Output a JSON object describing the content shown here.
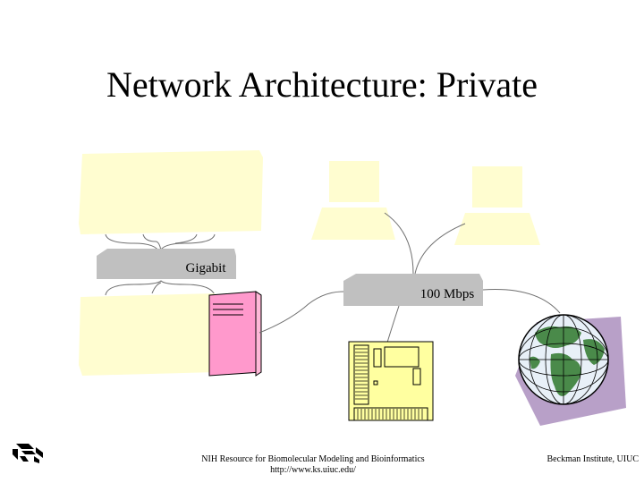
{
  "slide": {
    "title": "Network Architecture: Private"
  },
  "diagram": {
    "switches": [
      {
        "label": "Gigabit"
      },
      {
        "label": "100 Mbps"
      }
    ],
    "icons": [
      "server-rack-icon",
      "workstation-icon",
      "workstation-icon",
      "tower-server-icon",
      "file-server-icon",
      "globe-internet-icon"
    ],
    "colors": {
      "cluster_fill": "#fffdd0",
      "switch_fill": "#c0c0c0",
      "tower_fill": "#ff99cc",
      "file_server_fill": "#ffffa0",
      "globe_shadow": "#b8a0c8",
      "globe_land": "#4a8a4a",
      "globe_ocean": "#e8f0f8"
    }
  },
  "footer": {
    "center_line1": "NIH Resource for Biomolecular Modeling and Bioinformatics",
    "center_line2": "http://www.ks.uiuc.edu/",
    "right": "Beckman Institute, UIUC"
  }
}
